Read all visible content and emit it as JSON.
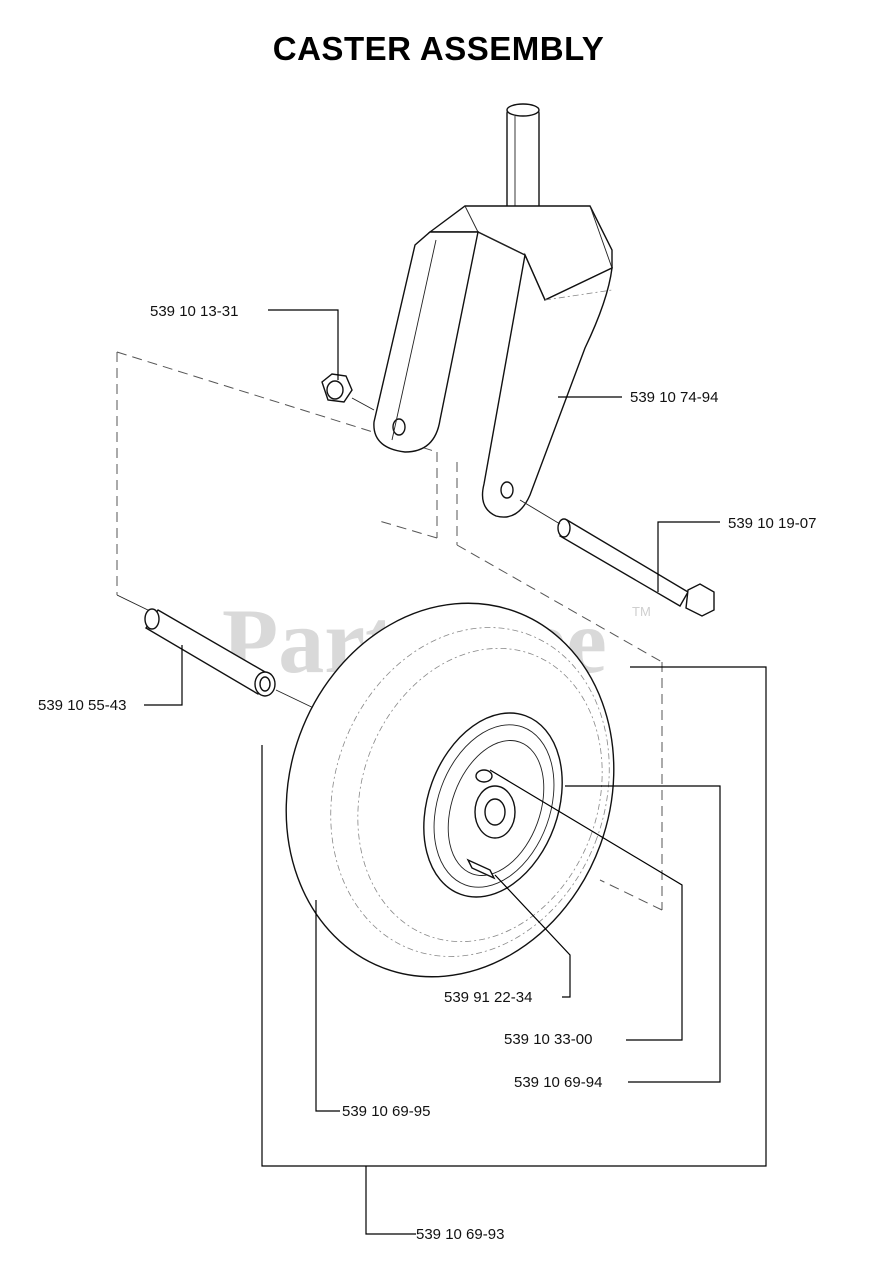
{
  "title": "CASTER ASSEMBLY",
  "watermark": {
    "text": "PartsTree",
    "trademark": "TM",
    "color": "#d9d9d9"
  },
  "parts": {
    "nut": {
      "number": "539 10 13-31"
    },
    "fork": {
      "number": "539 10 74-94"
    },
    "bolt": {
      "number": "539 10 19-07"
    },
    "spacer": {
      "number": "539 10 55-43"
    },
    "grease_fitting": {
      "number": "539 91 22-34"
    },
    "bearing": {
      "number": "539 10 33-00"
    },
    "rim": {
      "number": "539 10 69-94"
    },
    "tire": {
      "number": "539 10 69-95"
    },
    "wheel_assembly": {
      "number": "539 10 69-93"
    }
  }
}
